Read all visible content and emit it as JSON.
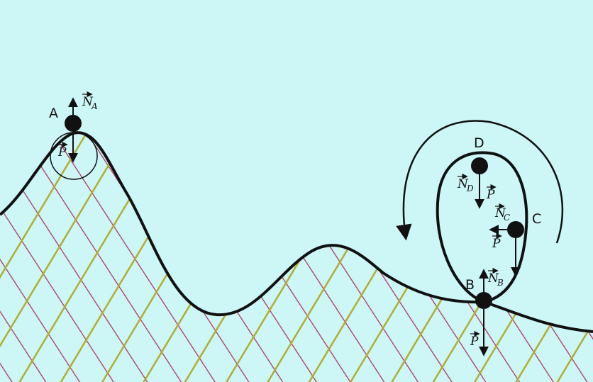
{
  "points": {
    "A": "A",
    "B": "B",
    "C": "C",
    "D": "D"
  },
  "forces": {
    "weight": "P",
    "normal": "N",
    "sub_A": "A",
    "sub_B": "B",
    "sub_C": "C",
    "sub_D": "D"
  },
  "colors": {
    "background": "#cdf6f6",
    "track": "#111111",
    "hatch_red": "#b0305a",
    "hatch_yellow": "#b2ad2e"
  }
}
